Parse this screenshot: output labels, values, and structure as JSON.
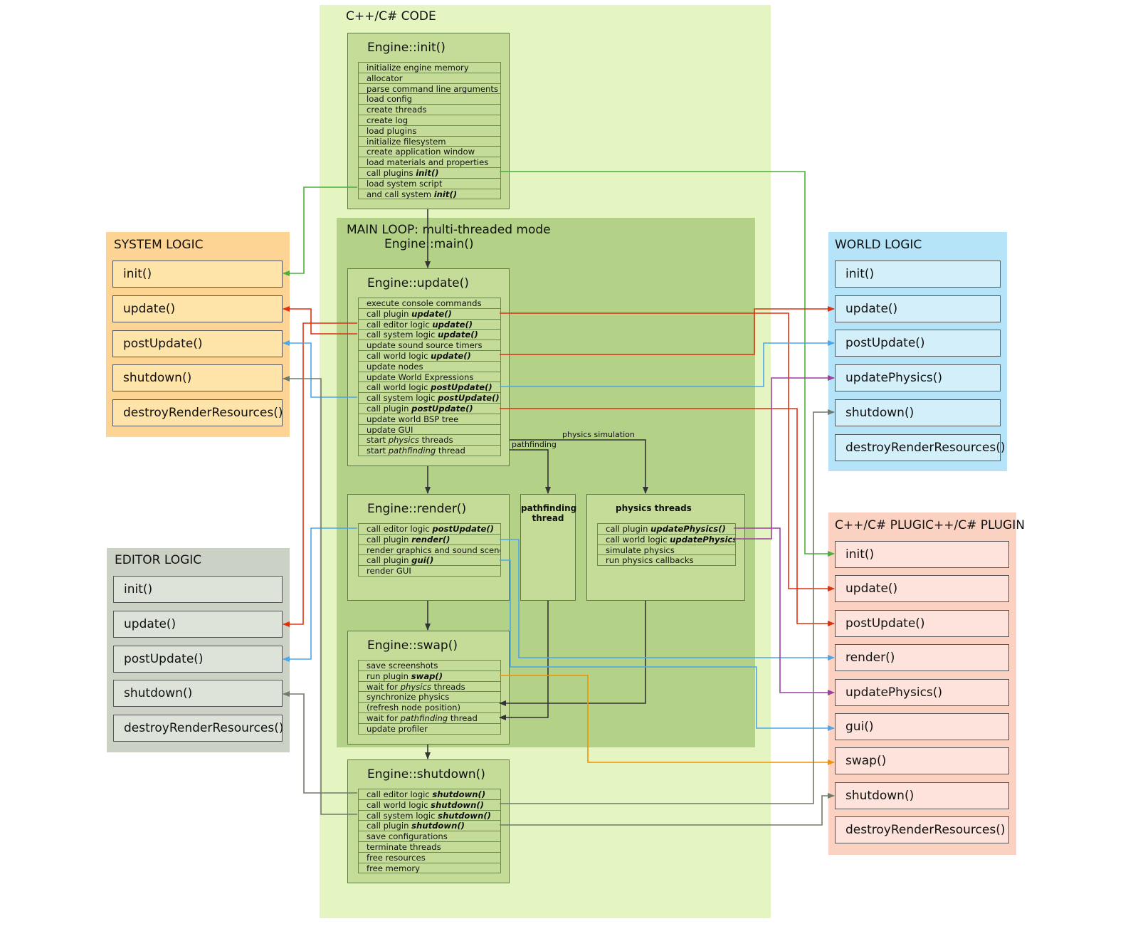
{
  "regions": {
    "code_title": "C++/C# CODE",
    "main_loop_title": "MAIN LOOP: multi-threaded mode",
    "main_loop_subtitle": "Engine::main()"
  },
  "engine_init": {
    "title": "Engine::init()",
    "rows": [
      "initialize engine memory",
      "allocator",
      "parse command line arguments",
      "load config",
      "create threads",
      "create log",
      "load plugins",
      "initialize filesystem",
      "create application window",
      "load materials and properties",
      {
        "pre": "call plugins ",
        "em": "init()"
      },
      "load system script",
      {
        "pre": "and call system ",
        "em": "init()"
      }
    ]
  },
  "engine_update": {
    "title": "Engine::update()",
    "rows": [
      "execute console commands",
      {
        "pre": "call plugin ",
        "em": "update()"
      },
      {
        "pre": "call editor logic ",
        "em": "update()"
      },
      {
        "pre": "call system logic ",
        "em": "update()"
      },
      "update sound source timers",
      {
        "pre": "call world logic ",
        "em": "update()"
      },
      "update nodes",
      "update World Expressions",
      {
        "pre": "call world  logic  ",
        "em": "postUpdate()"
      },
      {
        "pre": "call system logic ",
        "em": "postUpdate()"
      },
      {
        "pre": "call plugin ",
        "em": "postUpdate()"
      },
      "update world BSP tree",
      "update GUI",
      {
        "pre": "start ",
        "i": "physics",
        "post": " threads"
      },
      {
        "pre": "start ",
        "i": "pathfinding",
        "post": " thread"
      }
    ]
  },
  "engine_render": {
    "title": "Engine::render()",
    "rows": [
      {
        "pre": "call editor logic ",
        "em": "postUpdate()"
      },
      {
        "pre": "call plugin ",
        "em": "render()"
      },
      "render graphics and sound scenes",
      {
        "pre": "call plugin ",
        "em": "gui()"
      },
      "render GUI"
    ]
  },
  "pathfinding_thread": {
    "title": "pathfinding\nthread"
  },
  "physics_threads": {
    "title": "physics threads",
    "rows": [
      {
        "pre": "call plugin ",
        "em": "updatePhysics()"
      },
      {
        "pre": "call world logic ",
        "em": "updatePhysics()"
      },
      "simulate physics",
      "run physics callbacks"
    ]
  },
  "engine_swap": {
    "title": "Engine::swap()",
    "rows": [
      "save screenshots",
      {
        "pre": "run plugin ",
        "em": "swap()"
      },
      {
        "pre": "wait for ",
        "i": "physics",
        "post": " threads"
      },
      "synchronize physics",
      "(refresh node position)",
      {
        "pre": "wait for ",
        "i": "pathfinding",
        "post": " thread"
      },
      "update profiler"
    ]
  },
  "engine_shutdown": {
    "title": "Engine::shutdown()",
    "rows": [
      {
        "pre": "call editor logic ",
        "em": "shutdown()"
      },
      {
        "pre": "call world logic ",
        "em": "shutdown()"
      },
      {
        "pre": "call system logic ",
        "em": "shutdown()"
      },
      {
        "pre": "call plugin ",
        "em": "shutdown()"
      },
      "save configurations",
      "terminate threads",
      "free resources",
      "free memory"
    ]
  },
  "edge_labels": {
    "physics": "physics simulation",
    "pathfinding": "pathfinding"
  },
  "system_logic": {
    "title": "SYSTEM LOGIC",
    "functions": [
      "init()",
      "update()",
      "postUpdate()",
      "shutdown()",
      "destroyRenderResources()"
    ]
  },
  "editor_logic": {
    "title": "EDITOR LOGIC",
    "functions": [
      "init()",
      "update()",
      "postUpdate()",
      "shutdown()",
      "destroyRenderResources()"
    ]
  },
  "world_logic": {
    "title": "WORLD LOGIC",
    "functions": [
      "init()",
      "update()",
      "postUpdate()",
      "updatePhysics()",
      "shutdown()",
      "destroyRenderResources()"
    ]
  },
  "plugin": {
    "title": "C++/C# PLUGIC++/C# PLUGIN",
    "functions": [
      "init()",
      "update()",
      "postUpdate()",
      "render()",
      "updatePhysics()",
      "gui()",
      "swap()",
      "shutdown()",
      "destroyRenderResources()"
    ]
  },
  "colors": {
    "code_bg": "#e4f5c2",
    "main_loop_bg": "#b3d287",
    "engine_box": "#c5dc99",
    "system_bg": "#fdd493",
    "system_box": "#fee4a9",
    "editor_bg": "#cbd1c4",
    "editor_box": "#dde3d8",
    "world_bg": "#b5e3f8",
    "world_box": "#d3eff9",
    "plugin_bg": "#fbd2c2",
    "plugin_box": "#fde3db",
    "wire_init": "#4caf3a",
    "wire_update": "#e03010",
    "wire_post": "#4da6e8",
    "wire_physics": "#9b3fa0",
    "wire_swap": "#f39200",
    "wire_shutdown": "#707a6a",
    "wire_flow": "#333333"
  }
}
